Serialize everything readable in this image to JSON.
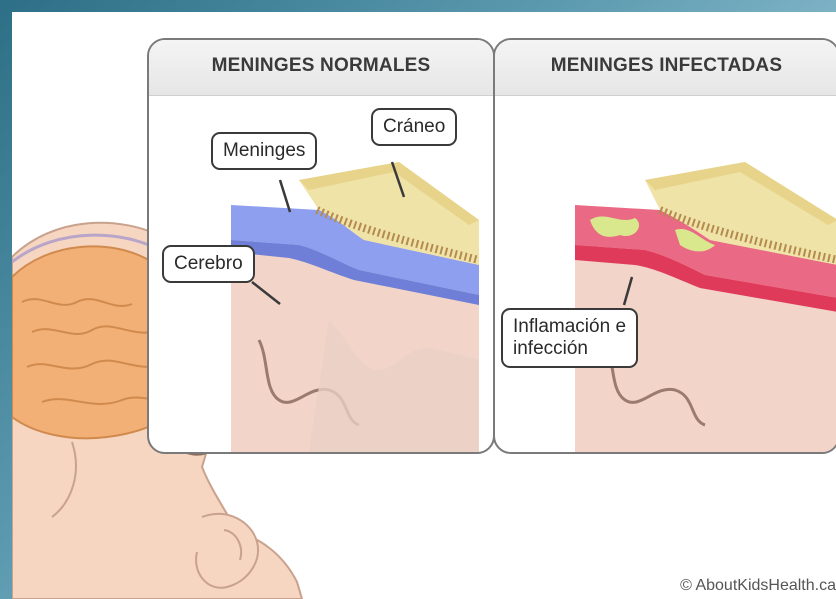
{
  "panels": {
    "normal": {
      "title": "MENINGES NORMALES"
    },
    "infected": {
      "title": "MENINGES INFECTADAS"
    }
  },
  "labels": {
    "skull": "Cráneo",
    "meninges": "Meninges",
    "brain": "Cerebro",
    "inflammation_line1": "Inflamación e",
    "inflammation_line2": "infección"
  },
  "credit": "© AboutKidsHealth.ca",
  "colors": {
    "meninges_normal": "#8f9ff0",
    "meninges_infected": "#e03a5a",
    "skull": "#efe3a8",
    "brain": "#f2d4c8",
    "baby_skin": "#f6d6c1",
    "baby_brain": "#f2b077"
  }
}
